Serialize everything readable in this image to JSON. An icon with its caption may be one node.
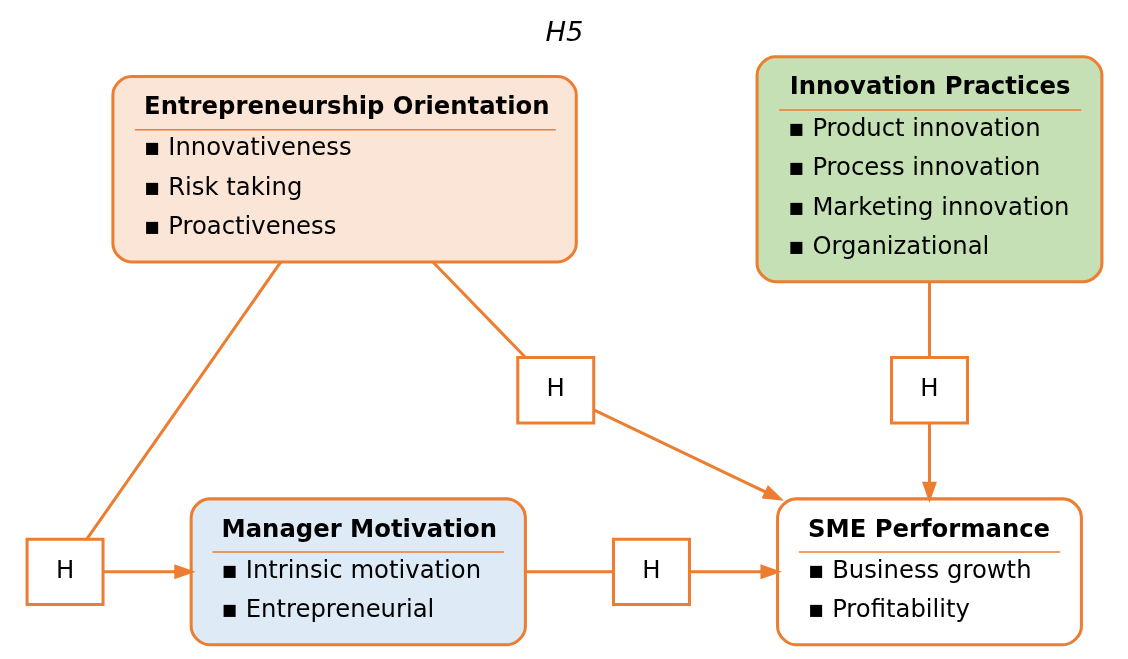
{
  "diagram": {
    "title": "H5",
    "nodes": [
      {
        "text": [
          "Entrepreneurship Orientation",
          "▪ Innovativeness",
          "▪ Risk taking",
          "▪ Proactiveness"
        ]
      },
      {
        "text": [
          "Innovation Practices",
          "▪ Product innovation",
          "▪ Process innovation",
          "▪ Marketing innovation",
          "▪ Organizational"
        ]
      },
      {
        "text": [
          "H"
        ]
      },
      {
        "text": [
          "H"
        ]
      },
      {
        "text": [
          "H"
        ]
      },
      {
        "text": [
          "Manager Motivation",
          "▪ Intrinsic motivation",
          "▪ Entrepreneurial"
        ]
      },
      {
        "text": [
          "H"
        ]
      },
      {
        "text": [
          "SME Performance",
          "▪ Business growth",
          "▪ Profitability"
        ]
      }
    ],
    "edges": [
      {
        "from": 0,
        "to": 2,
        "arrow": "none"
      },
      {
        "from": 2,
        "to": 7,
        "arrow": "to"
      },
      {
        "from": 1,
        "to": 3,
        "arrow": "none"
      },
      {
        "from": 3,
        "to": 7,
        "arrow": "to"
      },
      {
        "from": 0,
        "to": 4,
        "arrow": "none"
      },
      {
        "from": 4,
        "to": 5,
        "arrow": "to"
      },
      {
        "from": 5,
        "to": 6,
        "arrow": "none"
      },
      {
        "from": 6,
        "to": 7,
        "arrow": "to"
      }
    ]
  }
}
